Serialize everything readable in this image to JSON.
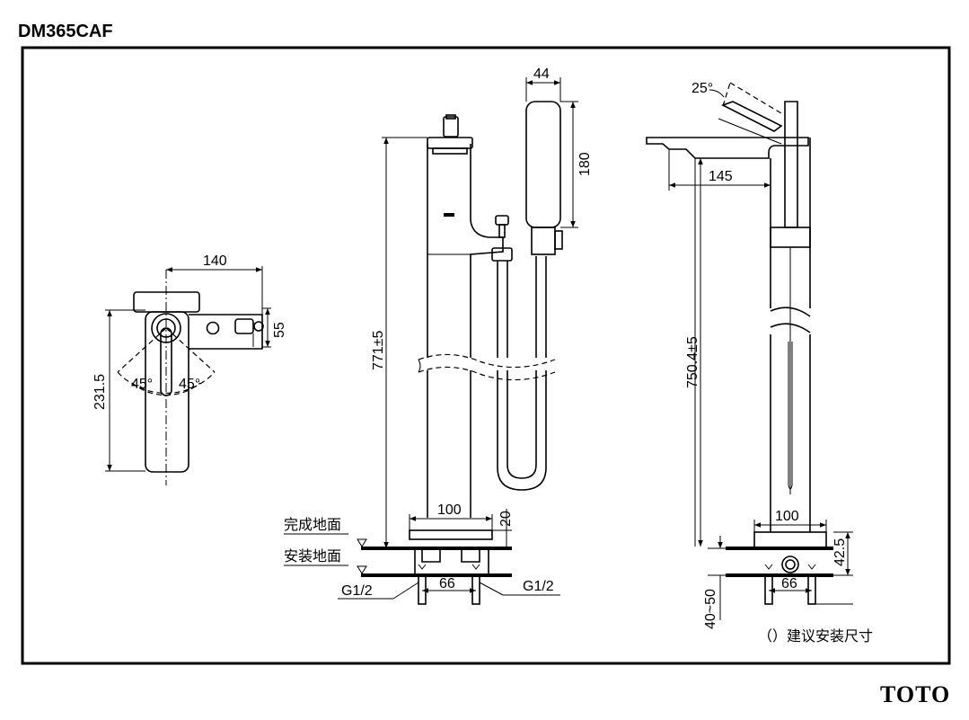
{
  "header": {
    "model": "DM365CAF"
  },
  "footer": {
    "brand": "TOTO"
  },
  "top_view": {
    "width": "140",
    "depth": "231.5",
    "offset": "55",
    "angle_left": "45°",
    "angle_right": "45°"
  },
  "front_view": {
    "handshower_width": "44",
    "handshower_height": "180",
    "total_height": "771±5",
    "base_width": "100",
    "base_height": "20",
    "finished_floor": "完成地面",
    "install_floor": "安装地面",
    "pipe_spacing": "66",
    "thread_left": "G1/2",
    "thread_right": "G1/2"
  },
  "side_view": {
    "handle_angle": "25°",
    "spout_reach": "145",
    "height": "750.4±5",
    "base_width": "100",
    "floor_gap": "42.5",
    "pipe_spacing": "66",
    "install_depth": "40~50"
  },
  "note": "（）建议安装尺寸"
}
